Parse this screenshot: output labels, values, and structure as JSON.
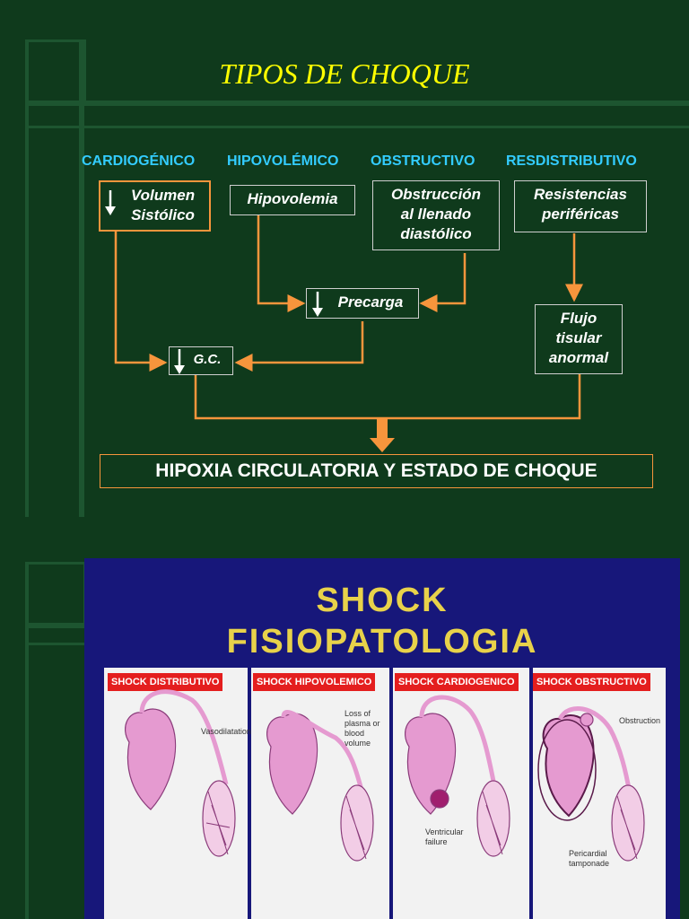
{
  "title": "TIPOS DE CHOQUE",
  "categories": {
    "cardiogenico": "CARDIOGÉNICO",
    "hipovolemico": "HIPOVOLÉMICO",
    "obstructivo": "OBSTRUCTIVO",
    "redistributivo": "RESDISTRIBUTIVO"
  },
  "boxes": {
    "volumen_line1": "Volumen",
    "volumen_line2": "Sistólico",
    "hipovolemia": "Hipovolemia",
    "obstruccion_line1": "Obstrucción",
    "obstruccion_line2": "al llenado",
    "obstruccion_line3": "diastólico",
    "resistencias_line1": "Resistencias",
    "resistencias_line2": "periféricas",
    "precarga": "Precarga",
    "gc": "G.C.",
    "flujo_line1": "Flujo",
    "flujo_line2": "tisular",
    "flujo_line3": "anormal"
  },
  "final": "HIPOXIA CIRCULATORIA Y ESTADO DE CHOQUE",
  "panel": {
    "title_line1": "SHOCK",
    "title_line2": "FISIOPATOLOGIA",
    "headers": [
      "SHOCK DISTRIBUTIVO",
      "SHOCK HIPOVOLEMICO",
      "SHOCK CARDIOGENICO",
      "SHOCK OBSTRUCTIVO"
    ],
    "labels": {
      "vasodilatation": "Vasodilatation",
      "loss_line1": "Loss of",
      "loss_line2": "plasma or",
      "loss_line3": "blood",
      "loss_line4": "volume",
      "ventricular_line1": "Ventricular",
      "ventricular_line2": "failure",
      "obstruction": "Obstruction",
      "pericardial_line1": "Pericardial",
      "pericardial_line2": "tamponade"
    }
  },
  "colors": {
    "background": "#0f3a1c",
    "title": "#ffff00",
    "category": "#33ccff",
    "box_border": "#f7953c",
    "arrow": "#f7953c",
    "panel_bg": "#17177a",
    "panel_title": "#e8d24a",
    "strip_header": "#e41e1e",
    "heart": "#e59ad0"
  }
}
